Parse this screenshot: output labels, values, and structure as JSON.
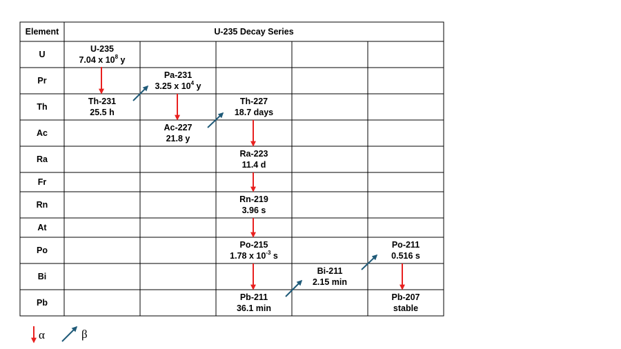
{
  "header": {
    "element_label": "Element",
    "title": "U-235 Decay Series"
  },
  "rows": [
    "U",
    "Pr",
    "Th",
    "Ac",
    "Ra",
    "Fr",
    "Rn",
    "At",
    "Po",
    "Bi",
    "Pb"
  ],
  "nuclides": [
    {
      "id": "u235",
      "name": "U-235",
      "half_life_base": "7.04 x 10",
      "half_life_exp": "8",
      "half_life_suffix": " y"
    },
    {
      "id": "pa231",
      "name": "Pa-231",
      "half_life_base": "3.25 x 10",
      "half_life_exp": "4",
      "half_life_suffix": " y"
    },
    {
      "id": "th231",
      "name": "Th-231",
      "half_life": "25.5 h"
    },
    {
      "id": "th227",
      "name": "Th-227",
      "half_life": "18.7 days"
    },
    {
      "id": "ac227",
      "name": "Ac-227",
      "half_life": "21.8 y"
    },
    {
      "id": "ra223",
      "name": "Ra-223",
      "half_life": "11.4 d"
    },
    {
      "id": "rn219",
      "name": "Rn-219",
      "half_life": "3.96 s"
    },
    {
      "id": "po215",
      "name": "Po-215",
      "half_life_base": "1.78 x 10",
      "half_life_exp": "-3",
      "half_life_suffix": " s"
    },
    {
      "id": "po211",
      "name": "Po-211",
      "half_life": "0.516 s"
    },
    {
      "id": "bi211",
      "name": "Bi-211",
      "half_life": "2.15 min"
    },
    {
      "id": "pb211",
      "name": "Pb-211",
      "half_life": "36.1 min"
    },
    {
      "id": "pb207",
      "name": "Pb-207",
      "half_life": "stable"
    }
  ],
  "legend": {
    "alpha_symbol": "α",
    "beta_symbol": "β"
  },
  "colors": {
    "alpha_arrow": "#e8201f",
    "beta_arrow": "#1f5a78",
    "grid": "#000000"
  }
}
